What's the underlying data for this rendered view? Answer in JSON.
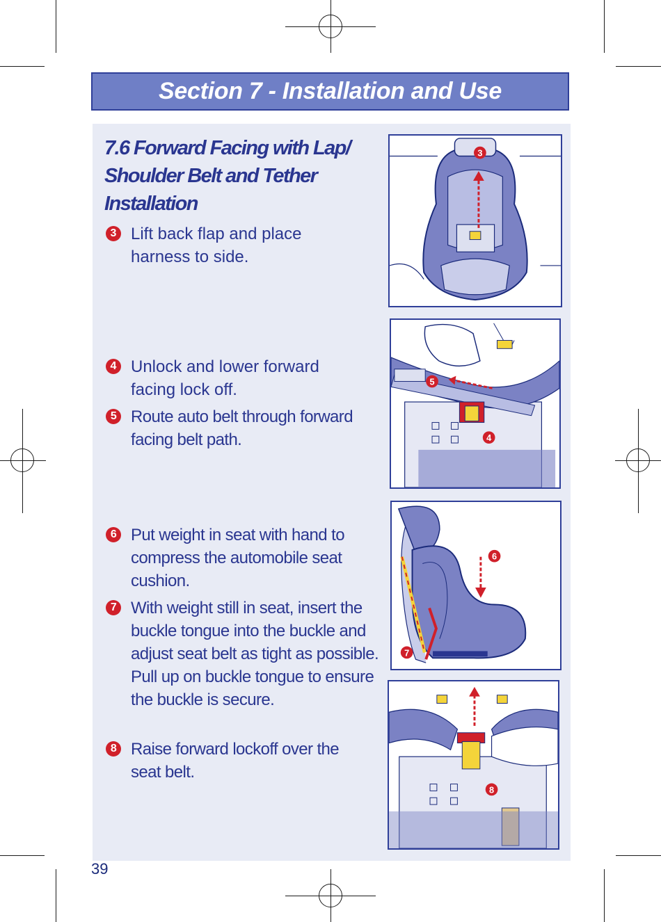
{
  "header": {
    "section_title": "Section 7 - Installation and Use"
  },
  "section": {
    "title_line1": "7.6  Forward Facing with Lap/",
    "title_line2": "Shoulder Belt and Tether",
    "title_line3": "Installation"
  },
  "steps": [
    {
      "num": "3",
      "text": "Lift back flap and place harness to side."
    },
    {
      "num": "4",
      "text": "Unlock and lower forward facing lock off."
    },
    {
      "num": "5",
      "text": "Route auto belt through forward facing belt path."
    },
    {
      "num": "6",
      "text": "Put weight in seat with hand to compress the automobile seat cushion."
    },
    {
      "num": "7",
      "text": "With weight still in seat, insert the buckle tongue into the buckle and adjust seat belt as tight as possible. Pull up on buckle tongue to ensure the buckle is secure."
    },
    {
      "num": "8",
      "text": "Raise forward lockoff over the seat belt."
    }
  ],
  "figures": {
    "fig1_label": "3",
    "fig2_labels": [
      "5",
      "4"
    ],
    "fig3_labels": [
      "6",
      "7"
    ],
    "fig4_label": "8"
  },
  "page": {
    "number": "39"
  },
  "colors": {
    "accent": "#2a3690",
    "bar": "#6f7fc6",
    "panel": "#e8ebf5",
    "marker": "#d0202a",
    "seat": "#7b82c4",
    "lock_yellow": "#f4d43a"
  },
  "icons": [
    "crop-marks",
    "registration-targets",
    "number-circles",
    "arrow-up",
    "arrow-left",
    "arrow-down"
  ]
}
